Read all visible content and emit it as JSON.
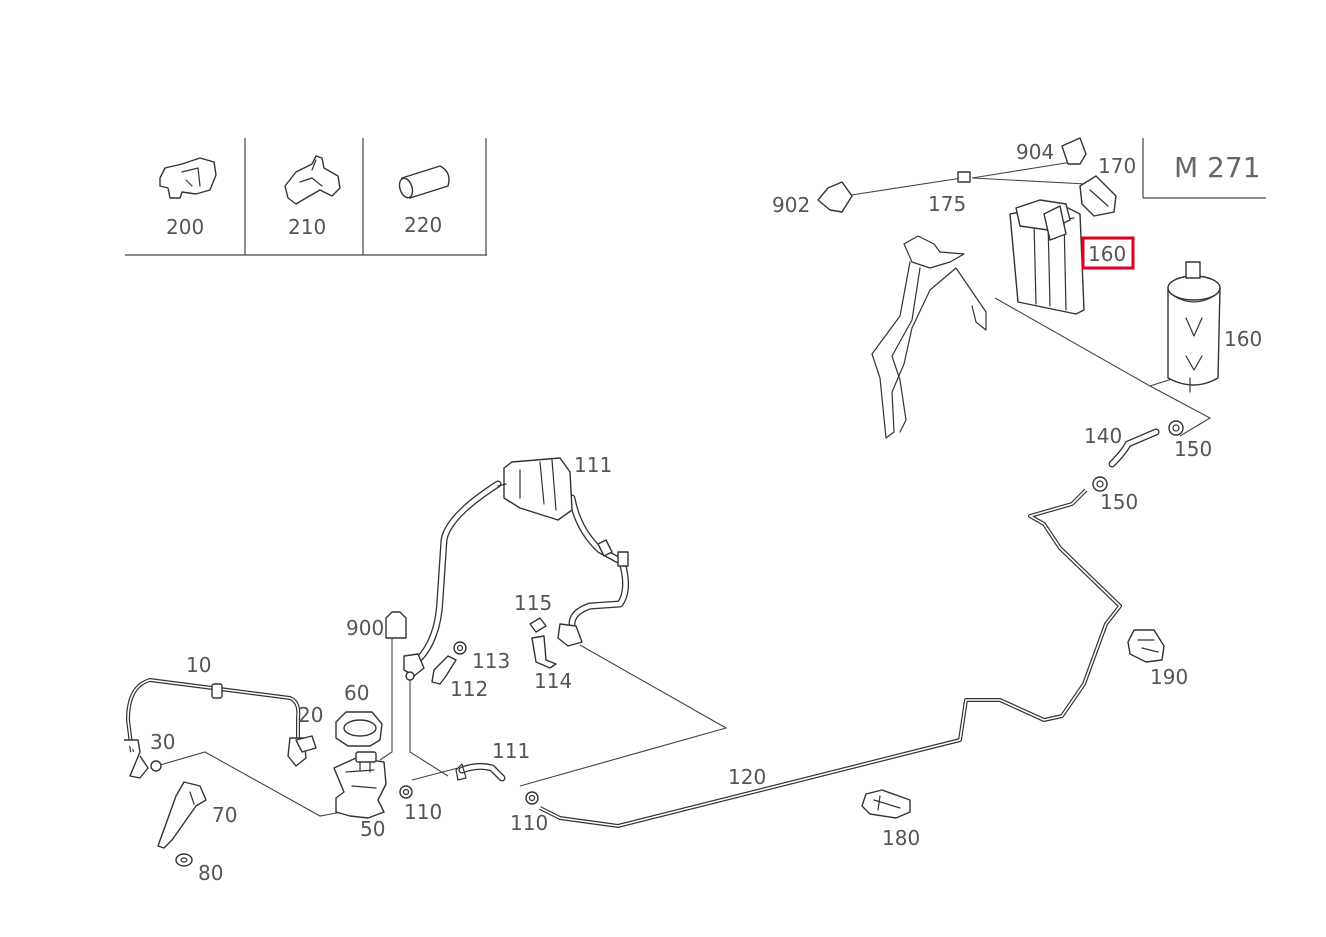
{
  "model": "M 271",
  "highlight_color": "#e0001b",
  "legend": [
    {
      "label": "200"
    },
    {
      "label": "210"
    },
    {
      "label": "220"
    }
  ],
  "callouts": {
    "c10": "10",
    "c20": "20",
    "c30": "30",
    "c50": "50",
    "c60": "60",
    "c70": "70",
    "c80": "80",
    "c110a": "110",
    "c110b": "110",
    "c111a": "111",
    "c111b": "111",
    "c112": "112",
    "c113": "113",
    "c114": "114",
    "c115": "115",
    "c120": "120",
    "c140": "140",
    "c150a": "150",
    "c150b": "150",
    "c160a": "160",
    "c160b": "160",
    "c170": "170",
    "c175": "175",
    "c180": "180",
    "c190": "190",
    "c900": "900",
    "c902": "902",
    "c904": "904"
  },
  "selected_part": "160"
}
